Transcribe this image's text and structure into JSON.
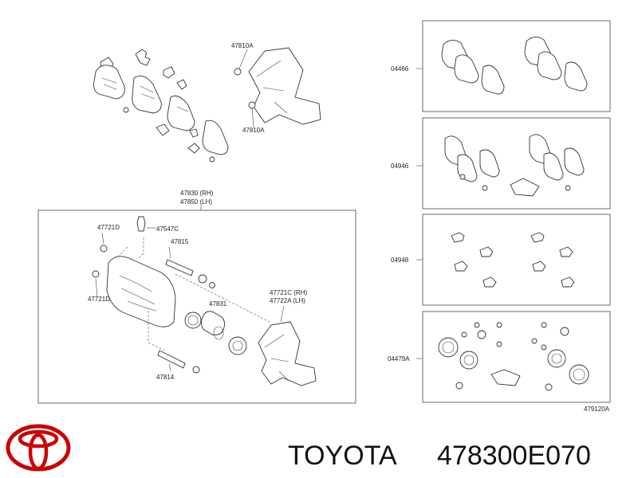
{
  "diagram": {
    "labels": {
      "p47810a_top": "47810A",
      "p47810a_bottom": "47810A",
      "p47830": "47830 (RH)",
      "p47850": "47850 (LH)",
      "p47721d_top": "47721D",
      "p47547c": "47547C",
      "p47815": "47815",
      "p47721d_bottom": "47721D",
      "p47831": "47831",
      "p47721c": "47721C (RH)",
      "p47722a": "47722A (LH)",
      "p47814": "47814",
      "kit04466": "04466",
      "kit04946": "04946",
      "kit04948": "04948",
      "kit04479a": "04479A",
      "figure_code": "479120A"
    }
  },
  "footer": {
    "brand": "TOYOTA",
    "part_number": "478300E070",
    "logo_icon": "toyota-logo-icon",
    "brand_color": "#cc0000"
  }
}
